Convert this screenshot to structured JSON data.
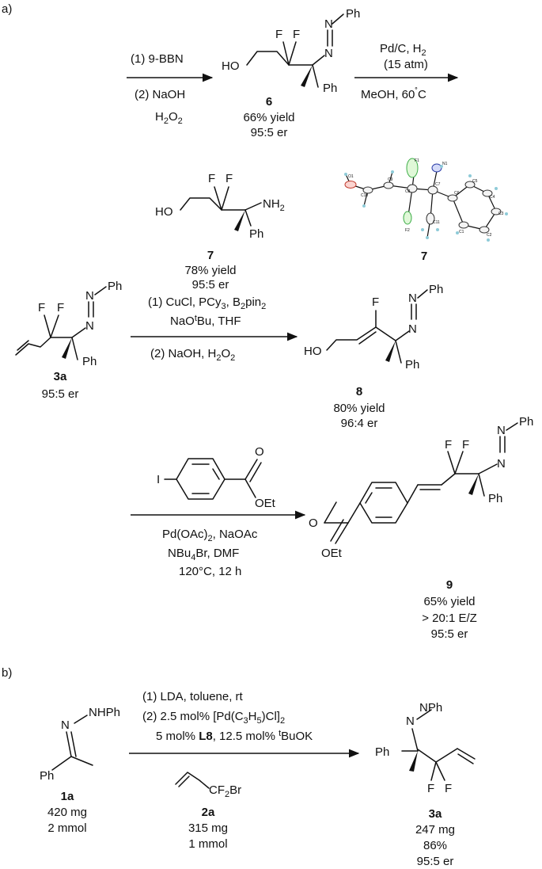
{
  "panels": {
    "a": "a)",
    "b": "b)"
  },
  "reaction1": {
    "conditions": [
      "(1) 9-BBN",
      "(2) NaOH",
      "H",
      "2",
      "O",
      "2"
    ],
    "product": {
      "id": "6",
      "yield": "66% yield",
      "er": "95:5 er"
    },
    "atoms": {
      "ho": "HO",
      "f1": "F",
      "f2": "F",
      "n1": "N",
      "n2": "N",
      "ph_top": "Ph",
      "ph": "Ph"
    }
  },
  "reaction2": {
    "conditions": [
      "Pd/C, H",
      "2",
      "(15 atm)",
      "MeOH, 60",
      "˚",
      "C"
    ],
    "product": {
      "id": "7",
      "yield": "78% yield",
      "er": "95:5 er"
    },
    "atoms": {
      "ho": "HO",
      "f1": "F",
      "f2": "F",
      "nh2": "NH",
      "nh2_sub": "2",
      "ph": "Ph"
    },
    "crystal": {
      "id": "7",
      "labels": [
        "O1",
        "C10",
        "C9",
        "F1",
        "N1",
        "C7",
        "C8",
        "C6",
        "C5",
        "C4",
        "C3",
        "C2",
        "C1",
        "F2",
        "C11"
      ]
    }
  },
  "reaction3": {
    "conditions": [
      "(1) CuCl, PCy",
      "3",
      ", B",
      "2",
      "pin",
      "2",
      "NaO",
      "t",
      "Bu, THF",
      "(2) NaOH, H",
      "2",
      "O",
      "2"
    ],
    "reactant": {
      "id": "3a",
      "er": "95:5 er",
      "atoms": {
        "f1": "F",
        "f2": "F",
        "n1": "N",
        "n2": "N",
        "ph_top": "Ph",
        "ph": "Ph"
      }
    },
    "product": {
      "id": "8",
      "yield": "80% yield",
      "er": "96:4 er",
      "atoms": {
        "ho": "HO",
        "f": "F",
        "n1": "N",
        "n2": "N",
        "ph_top": "Ph",
        "ph": "Ph"
      }
    }
  },
  "reaction4": {
    "reagent_atoms": {
      "i": "I",
      "o": "O",
      "oet": "OEt"
    },
    "conditions": [
      "Pd(OAc)",
      "2",
      ", NaOAc",
      "NBu",
      "4",
      "Br, DMF",
      "120°C, 12 h"
    ],
    "product": {
      "id": "9",
      "yield": "65% yield",
      "ez": "> 20:1 E/Z",
      "er": "95:5 er",
      "atoms": {
        "f1": "F",
        "f2": "F",
        "n1": "N",
        "n2": "N",
        "ph_top": "Ph",
        "ph": "Ph",
        "o": "O",
        "oet": "OEt"
      }
    }
  },
  "reaction5": {
    "conditions": [
      "(1) LDA, toluene, rt",
      "(2) 2.5 mol% [Pd(C",
      "3",
      "H",
      "5",
      ")Cl]",
      "2",
      "5 mol% ",
      "L8",
      ", 12.5 mol% ",
      "t",
      "BuOK"
    ],
    "reactant": {
      "id": "1a",
      "mass": "420 mg",
      "amount": "2 mmol",
      "atoms": {
        "n": "N",
        "nhph": "NHPh",
        "ph": "Ph"
      }
    },
    "reagent": {
      "id": "2a",
      "mass": "315 mg",
      "amount": "1 mmol",
      "atoms": {
        "cf2br_a": "CF",
        "cf2br_sub": "2",
        "cf2br_b": "Br"
      }
    },
    "product": {
      "id": "3a",
      "mass": "247 mg",
      "yield": "86%",
      "er": "95:5 er",
      "atoms": {
        "n": "N",
        "nph": "NPh",
        "ph": "Ph",
        "f1": "F",
        "f2": "F"
      }
    }
  }
}
